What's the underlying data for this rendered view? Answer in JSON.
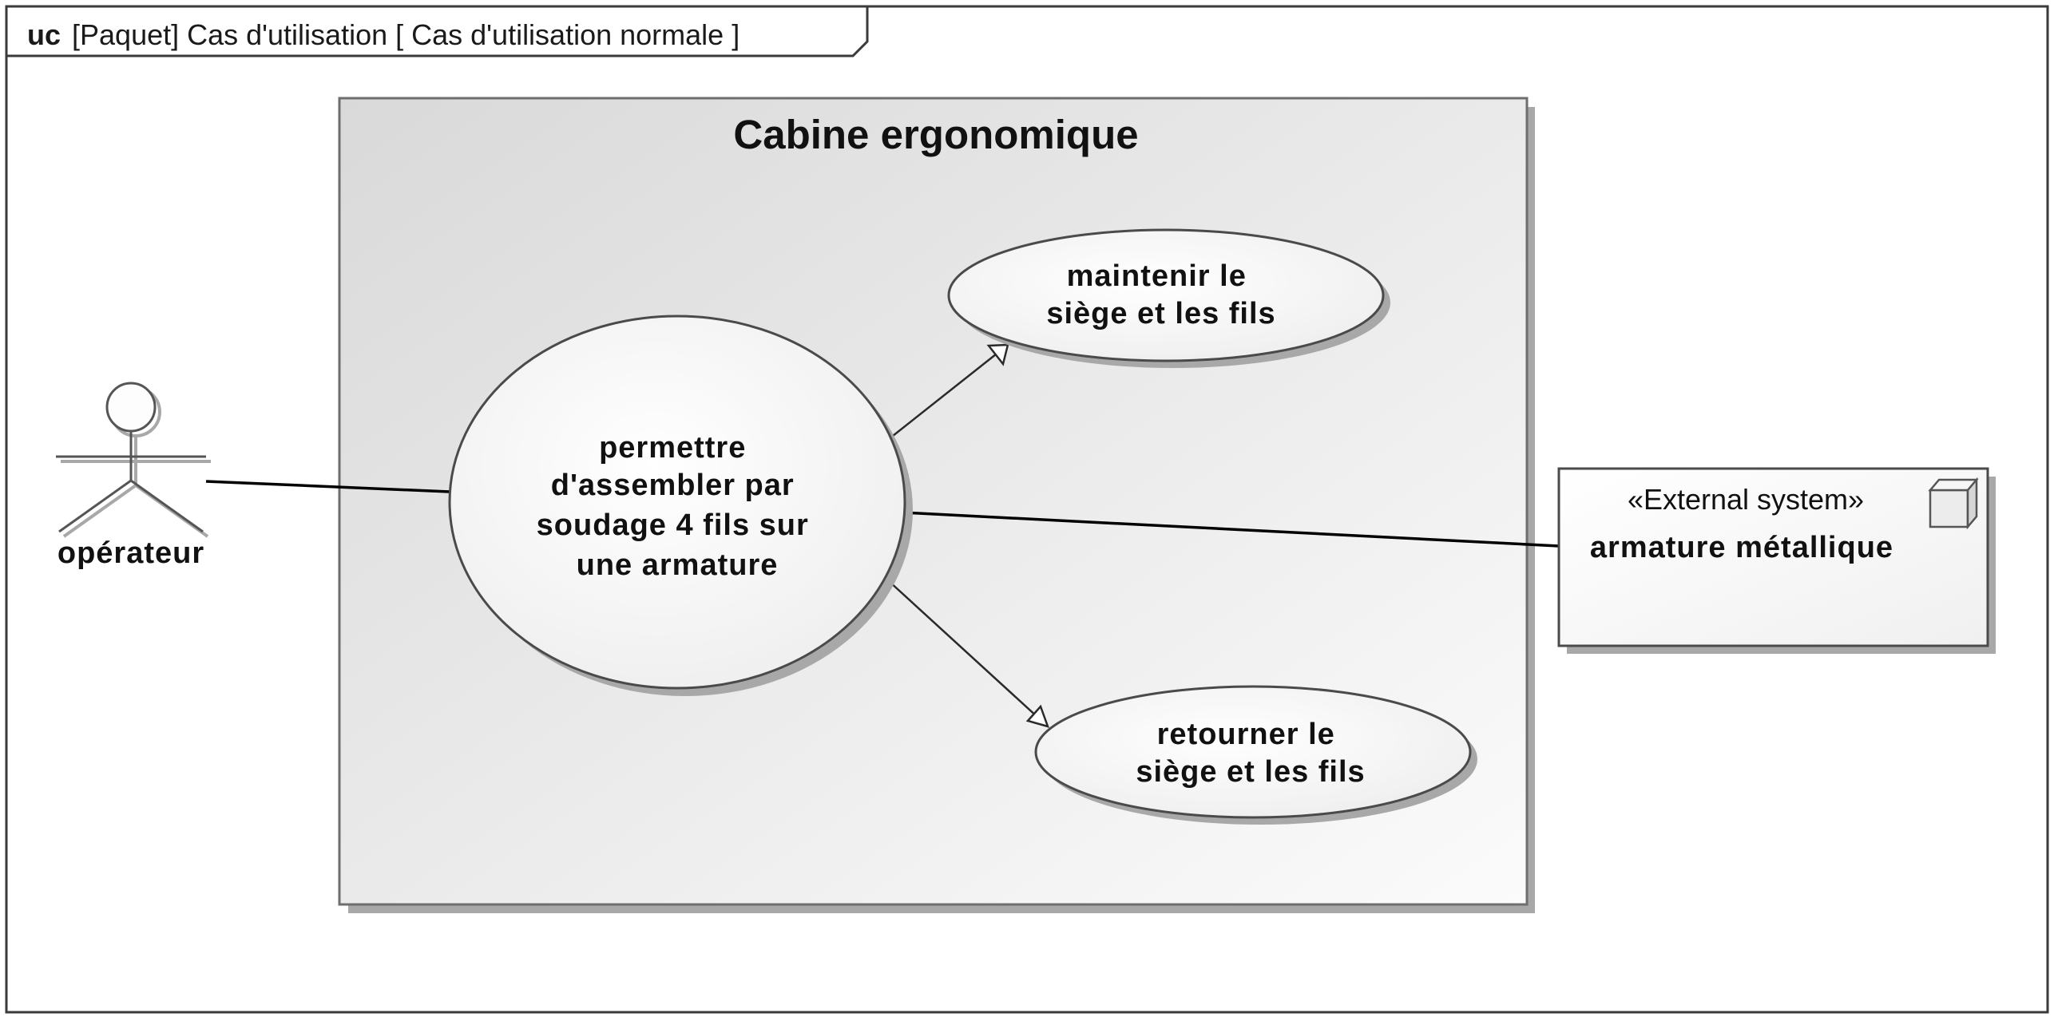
{
  "frame": {
    "kind": "uc",
    "label": "[Paquet] Cas d'utilisation [ Cas d'utilisation normale ]"
  },
  "system": {
    "title": "Cabine ergonomique"
  },
  "actor": {
    "name": "opérateur"
  },
  "use_cases": {
    "main": {
      "lines": [
        "permettre",
        "d'assembler par",
        "soudage 4 fils sur",
        "une armature"
      ]
    },
    "maintain": {
      "lines": [
        "maintenir le",
        "siège et les fils"
      ]
    },
    "turn": {
      "lines": [
        "retourner le",
        "siège et les fils"
      ]
    }
  },
  "external": {
    "stereotype": "«External system»",
    "name": "armature métallique",
    "icon": "component-cube-icon"
  }
}
